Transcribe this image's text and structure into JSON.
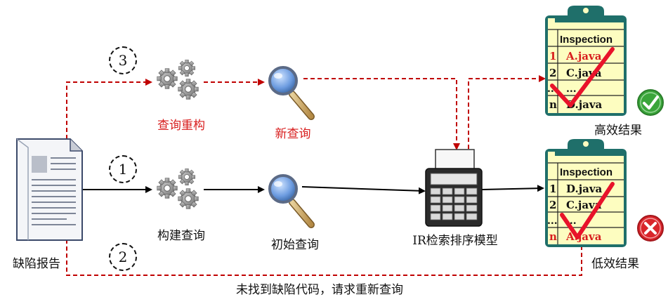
{
  "steps": {
    "s1": "1",
    "s2": "2",
    "s3": "3"
  },
  "labels": {
    "bug_report": "缺陷报告",
    "build_query": "构建查询",
    "initial_query": "初始查询",
    "reformulate_query": "查询重构",
    "new_query": "新查询",
    "ir_model": "IR检索排序模型",
    "efficient_result": "高效结果",
    "inefficient_result": "低效结果",
    "feedback": "未找到缺陷代码，请求重新查询"
  },
  "cards": {
    "top": {
      "header": "Inspection",
      "rows": [
        {
          "rank": "1",
          "file": "A.java",
          "highlight": true
        },
        {
          "rank": "2",
          "file": "C.java",
          "highlight": false
        },
        {
          "rank": "...",
          "file": "...",
          "highlight": false
        },
        {
          "rank": "n",
          "file": "D.java",
          "highlight": false
        }
      ]
    },
    "bottom": {
      "header": "Inspection",
      "rows": [
        {
          "rank": "1",
          "file": "D.java",
          "highlight": false
        },
        {
          "rank": "2",
          "file": "C.java",
          "highlight": false
        },
        {
          "rank": "...",
          "file": "...",
          "highlight": false
        },
        {
          "rank": "n",
          "file": "A.java",
          "highlight": true
        }
      ]
    }
  },
  "icons": {
    "gears": "gears-icon",
    "magnifier": "magnifier-icon",
    "calculator": "calculator-icon",
    "document": "document-icon",
    "clipboard": "clipboard-icon",
    "success": "check-badge-icon",
    "failure": "cross-badge-icon"
  },
  "colors": {
    "dashed_red": "#c00000",
    "solid_black": "#000000",
    "card_yellow": "#fdfdc0",
    "clip_teal": "#1f6f6a",
    "label_red": "#d81e1e",
    "check_red": "#e8132a",
    "success_green": "#3aa53a",
    "failure_red": "#d9252b"
  }
}
